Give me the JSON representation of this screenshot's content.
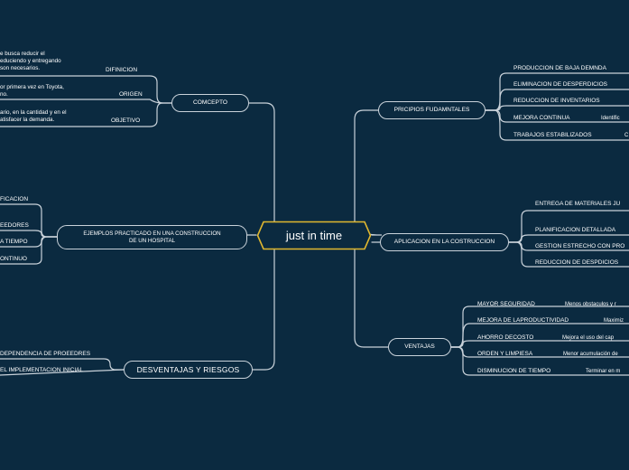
{
  "central_topic": "just in time",
  "concepto": {
    "label": "COMCEPTO",
    "items": [
      {
        "label": "DIFINICION",
        "desc": [
          "e busca reducir el",
          "educiendo y entregando",
          "son necesarios."
        ]
      },
      {
        "label": "ORIGEN",
        "desc": [
          "or primera vez en Toyota,",
          "no."
        ]
      },
      {
        "label": "OBJETIVO",
        "desc": [
          "ario, en la cantidad y en el",
          "atisfacer la demanda."
        ]
      }
    ]
  },
  "ejemplos": {
    "label_line1": "EJEMPLOS PRACTICADO EN UNA CONSTRUCCION",
    "label_line2": "DE UN HOSPITAL",
    "items": [
      "FICACION",
      "EEDORES",
      "A TIEMPO",
      "ONTINUO"
    ]
  },
  "desventajas": {
    "label": "DESVENTAJAS Y RIESGOS",
    "items": [
      "DEPENDENCIA DE PROEEDRES",
      "EL IMPLEMENTACION INICIAL"
    ]
  },
  "principios": {
    "label": "PRICIPIOS FUDAMNTALES",
    "items": [
      {
        "label": "PRODUCCION DE BAJA DEMNDA",
        "desc": ""
      },
      {
        "label": "ELIMINACION DE DESPERDICIOS",
        "desc": ""
      },
      {
        "label": "REDUCCION DE INVENTARIOS",
        "desc": ""
      },
      {
        "label": "MEJORA CONTINUA",
        "desc": "Identific"
      },
      {
        "label": "TRABAJOS ESTABILIZADOS",
        "desc": "C"
      }
    ]
  },
  "aplicacion": {
    "label": "APLICACION EN LA COSTRUCCION",
    "items": [
      "ENTREGA DE MATERIALES JU",
      "PLANIFICACION DETALLADA",
      "GESTION ESTRECHO CON PRO",
      "REDUCCION DE DESPDICIOS"
    ]
  },
  "ventajas": {
    "label": "VENTAJAS",
    "items": [
      {
        "label": "MAYOR SEGURIDAD",
        "desc": "Menos obstaculos y r"
      },
      {
        "label": "MEJORA DE LAPRODUCTIVIDAD",
        "desc": "Maximiz"
      },
      {
        "label": "AHORRO DECOSTO",
        "desc": "Mejora el uso del cap"
      },
      {
        "label": "ORDEN Y LIMPIESA",
        "desc": "Menor acumulación de"
      },
      {
        "label": "DISMINUCION DE TIEMPO",
        "desc": "Terminar en m"
      }
    ]
  },
  "colors": {
    "background": "#0b2a40",
    "line": "#c9d2da",
    "central_border": "#e0b72f"
  }
}
